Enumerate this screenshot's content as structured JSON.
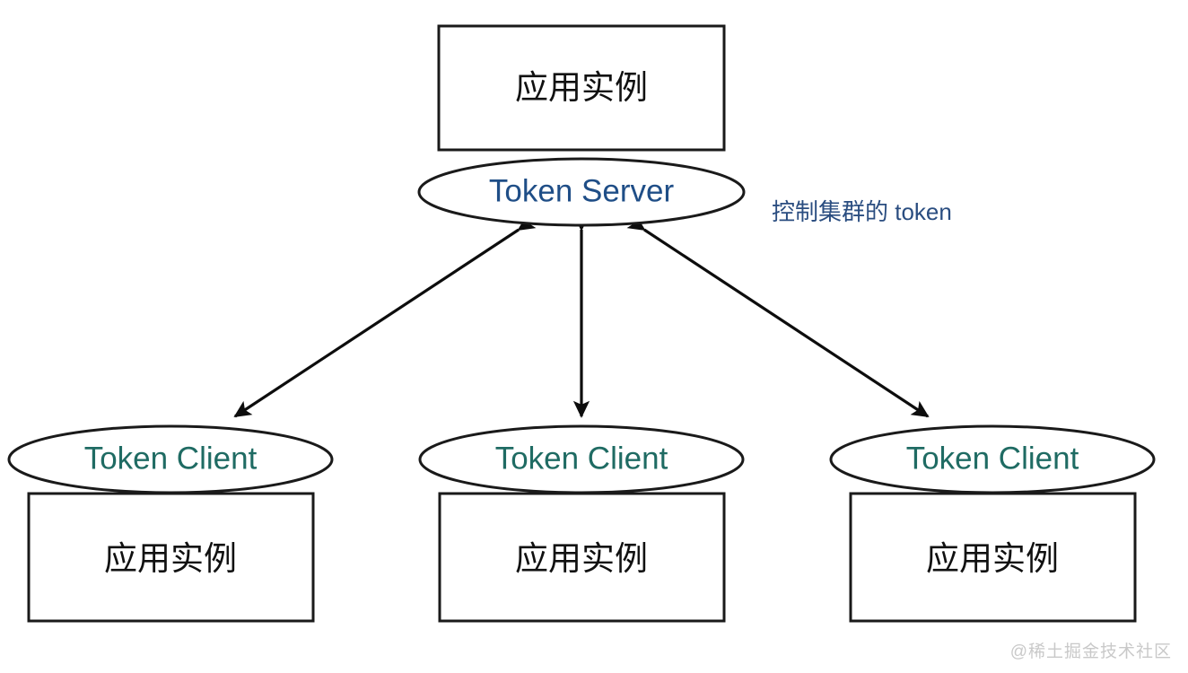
{
  "diagram": {
    "title_text": "",
    "colors": {
      "server_text": "#1f4e87",
      "client_text": "#1f6b63",
      "annotation_text": "#2a4d80",
      "box_text": "#111111",
      "stroke": "#1a1a1a",
      "background": "#ffffff",
      "watermark": "#c9c9c9"
    },
    "server": {
      "ellipse_label": "Token Server",
      "box_label": "应用实例"
    },
    "annotation": {
      "text": "控制集群的 token"
    },
    "clients": [
      {
        "ellipse_label": "Token Client",
        "box_label": "应用实例"
      },
      {
        "ellipse_label": "Token Client",
        "box_label": "应用实例"
      },
      {
        "ellipse_label": "Token Client",
        "box_label": "应用实例"
      }
    ],
    "edges": [
      {
        "name": "server-to-client-left",
        "direction": "bidirectional"
      },
      {
        "name": "server-to-client-middle",
        "direction": "bidirectional"
      },
      {
        "name": "server-to-client-right",
        "direction": "bidirectional"
      }
    ],
    "watermark": "@稀土掘金技术社区"
  }
}
